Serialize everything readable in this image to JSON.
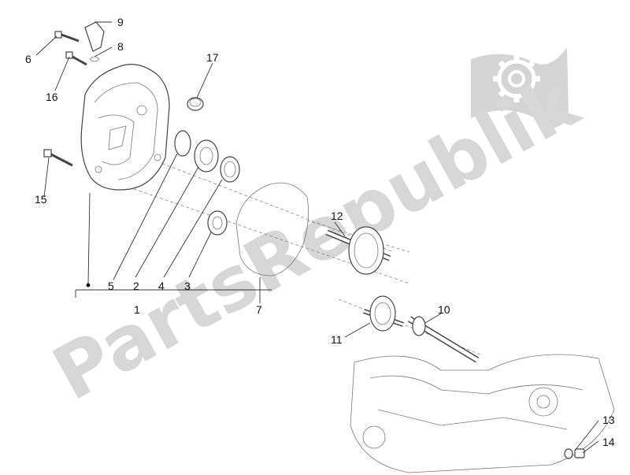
{
  "watermark": {
    "text": "PartsRepublik",
    "logo": "gear-flag-logo",
    "color": "#d7d7d7"
  },
  "labels": {
    "p1": "1",
    "p2": "2",
    "p3": "3",
    "p4": "4",
    "p5": "5",
    "p6": "6",
    "p7": "7",
    "p8": "8",
    "p9": "9",
    "p10": "10",
    "p11": "11",
    "p12": "12",
    "p13": "13",
    "p14": "14",
    "p15": "15",
    "p16": "16",
    "p17": "17"
  }
}
